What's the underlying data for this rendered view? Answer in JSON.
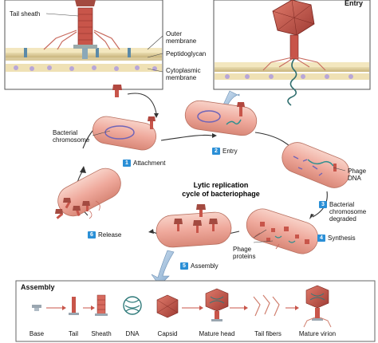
{
  "inset_left": {
    "tail_sheath": "Tail sheath",
    "outer_membrane": "Outer\nmembrane",
    "peptidoglycan": "Peptidoglycan",
    "cytoplasmic_membrane": "Cytoplasmic\nmembrane"
  },
  "inset_right": {
    "title": "Entry"
  },
  "cycle": {
    "title_line1": "Lytic replication",
    "title_line2": "cycle of bacteriophage",
    "bacterial_chromosome": "Bacterial\nchromosome",
    "phage_dna": "Phage\nDNA",
    "phage_proteins": "Phage\nproteins",
    "steps": [
      {
        "num": "1",
        "label": "Attachment"
      },
      {
        "num": "2",
        "label": "Entry"
      },
      {
        "num": "3",
        "label": "Bacterial\nchromosome\ndegraded"
      },
      {
        "num": "4",
        "label": "Synthesis"
      },
      {
        "num": "5",
        "label": "Assembly"
      },
      {
        "num": "6",
        "label": "Release"
      }
    ]
  },
  "assembly_panel": {
    "title": "Assembly",
    "items": [
      "Base",
      "Tail",
      "Sheath",
      "DNA",
      "Capsid",
      "Mature head",
      "Tail fibers",
      "Mature virion"
    ]
  },
  "colors": {
    "step_badge": "#2a8fd6",
    "cell": "#f1b3a8",
    "phage": "#c8554a"
  }
}
